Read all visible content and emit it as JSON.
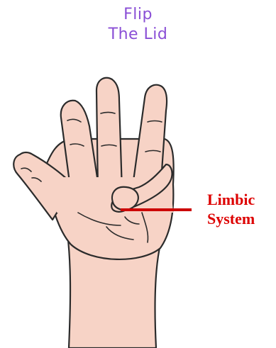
{
  "title": {
    "line1": "Flip",
    "line2": "The Lid"
  },
  "callout": {
    "line1": "Limbic",
    "line2": "System"
  },
  "colors": {
    "title": "#8a4fd6",
    "callout": "#dd0000",
    "skin": "#f7d3c6",
    "outline": "#2b2b2b"
  },
  "illustration": "hand-with-thumb-folded-icon"
}
